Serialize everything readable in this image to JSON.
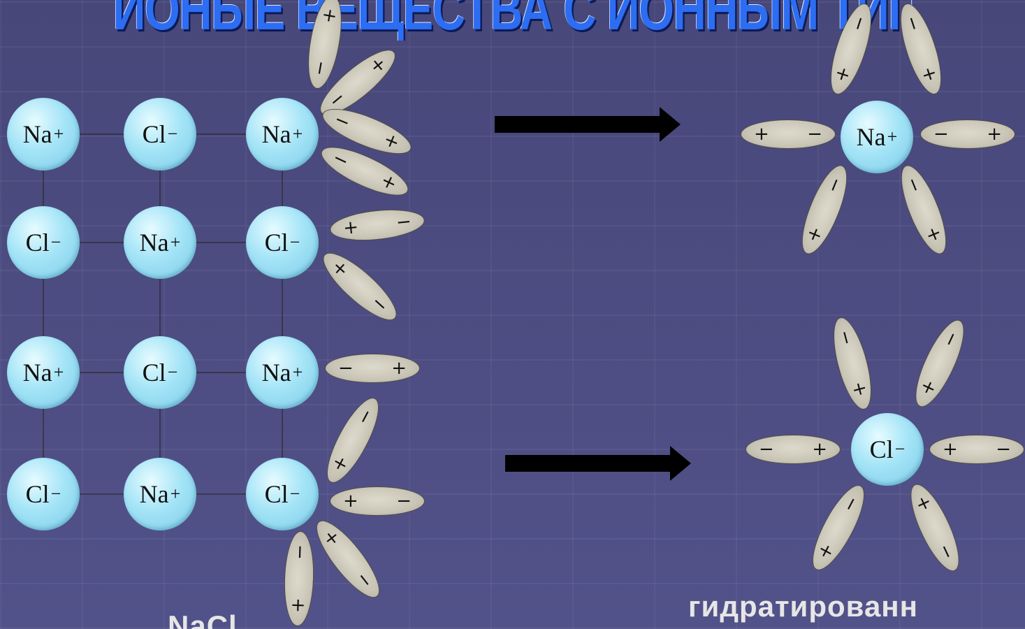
{
  "slide": {
    "title": "ИОНЫЕ ВЕЩЕСТВА С ИОННЫМ ТИПОМ",
    "caption_left": "NaCl",
    "caption_right": "гидратированн",
    "colors": {
      "background": "#4a4a7c",
      "title": "#2c6df2",
      "ion": "#a4e4f7",
      "dipole": "#c9c5b6",
      "arrow": "#000000",
      "caption": "#e6e6e6"
    }
  },
  "lattice": {
    "rows": [
      [
        {
          "symbol": "Na",
          "charge": "+"
        },
        {
          "symbol": "Cl",
          "charge": "−"
        },
        {
          "symbol": "Na",
          "charge": "+"
        }
      ],
      [
        {
          "symbol": "Cl",
          "charge": "−"
        },
        {
          "symbol": "Na",
          "charge": "+"
        },
        {
          "symbol": "Cl",
          "charge": "−"
        }
      ],
      [
        {
          "symbol": "Na",
          "charge": "+"
        },
        {
          "symbol": "Cl",
          "charge": "−"
        },
        {
          "symbol": "Na",
          "charge": "+"
        }
      ],
      [
        {
          "symbol": "Cl",
          "charge": "−"
        },
        {
          "symbol": "Na",
          "charge": "+"
        },
        {
          "symbol": "Cl",
          "charge": "−"
        }
      ]
    ]
  },
  "hydrated": [
    {
      "symbol": "Na",
      "charge": "+"
    },
    {
      "symbol": "Cl",
      "charge": "−"
    }
  ],
  "dipole_signs": {
    "plus": "+",
    "minus": "−"
  }
}
